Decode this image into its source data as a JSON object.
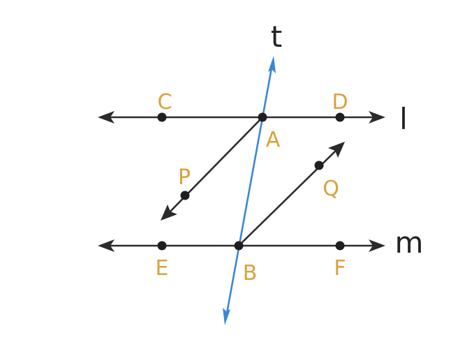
{
  "colors": {
    "line": "#2b2b2b",
    "transversal": "#3a86d8",
    "point_label": "#d9a23a",
    "line_label": "#222222"
  },
  "line_labels": {
    "t": "t",
    "l": "l",
    "m": "m"
  },
  "points": {
    "A": "A",
    "B": "B",
    "C": "C",
    "D": "D",
    "E": "E",
    "F": "F",
    "P": "P",
    "Q": "Q"
  }
}
